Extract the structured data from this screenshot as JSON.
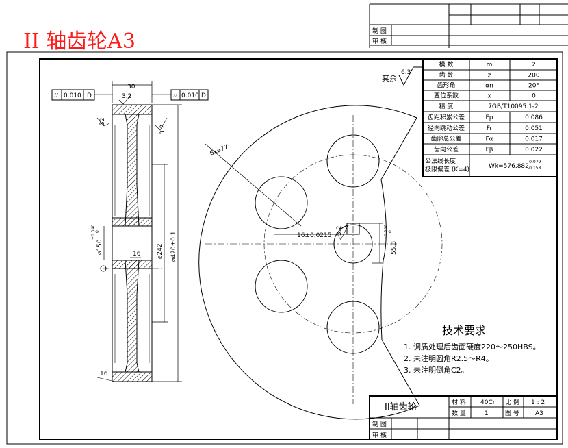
{
  "title": "II 轴齿轮A3",
  "top_block": {
    "draw_label": "制 图",
    "check_label": "审 核"
  },
  "surface_finish": {
    "prefix": "其余",
    "value": "6.3"
  },
  "params_table": [
    {
      "name": "模 数",
      "symbol": "m",
      "value": "2"
    },
    {
      "name": "齿 数",
      "symbol": "z",
      "value": "200"
    },
    {
      "name": "齿形角",
      "symbol": "αn",
      "value": "20°"
    },
    {
      "name": "变位系数",
      "symbol": "x",
      "value": "0"
    },
    {
      "name": "精 度",
      "symbol": "",
      "value": "7GB/T10095.1-2"
    },
    {
      "name": "齿距积累公差",
      "symbol": "Fp",
      "value": "0.086"
    },
    {
      "name": "径向跳动公差",
      "symbol": "Fr",
      "value": "0.051"
    },
    {
      "name": "齿廓总公差",
      "symbol": "Fα",
      "value": "0.017"
    },
    {
      "name": "齿向公差",
      "symbol": "Fβ",
      "value": "0.022"
    }
  ],
  "params_last": {
    "name_line1": "公法线长度",
    "name_line2": "极限偏差 (K=4)",
    "value": "Wk=576.882",
    "dev_upper": "-0.079",
    "dev_lower": "-0.158"
  },
  "tolerance_frames": [
    {
      "symbol": "⌰",
      "value": "0.010",
      "datum": "D"
    },
    {
      "symbol": "⌰",
      "value": "0.010",
      "datum": "D"
    }
  ],
  "side_dims": {
    "width": "30",
    "rim": "32",
    "roughness_a": "3.2",
    "roughness_b": "3.2",
    "bore": "⌀150",
    "bore_tol_up": "+0.040",
    "bore_tol_low": "0",
    "hub_dia": "⌀242",
    "outer_dia": "⌀420±0.1",
    "r16a": "16",
    "r16b": "16"
  },
  "front_dims": {
    "holes": "6x⌀77",
    "keyway": "16±0.0215",
    "key_rough": "3.2",
    "depth": "55.3",
    "depth_tol_up": "+0.200",
    "depth_tol_low": "0"
  },
  "requirements": {
    "heading": "技术要求",
    "items": [
      "1. 调质处理后齿面硬度220～250HBS。",
      "2. 未注明圆角R2.5～R4。",
      "3. 未注明倒角C2。"
    ]
  },
  "title_block": {
    "part_name": "II轴齿轮",
    "material_label": "材 料",
    "material": "40Cr",
    "scale_label": "比 例",
    "scale": "1 : 2",
    "qty_label": "数 量",
    "qty": "1",
    "drawing_no_label": "图 号",
    "drawing_no": "A3",
    "draw_label": "制 图",
    "check_label": "审 核"
  }
}
